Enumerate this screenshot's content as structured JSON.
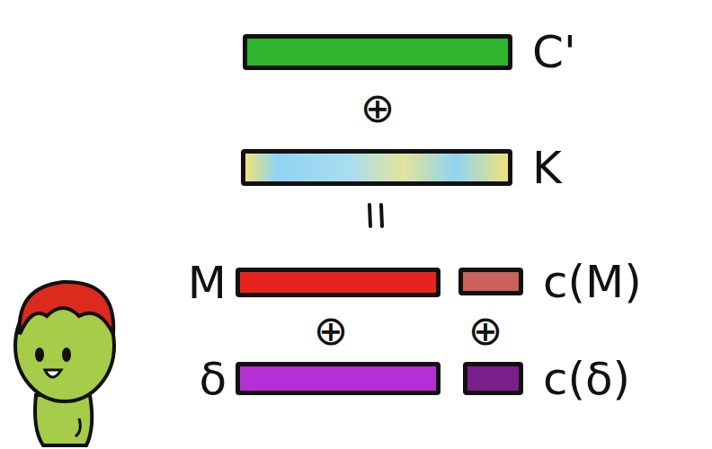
{
  "diagram": {
    "nodes": [
      {
        "text": [
          "C'"
        ]
      },
      {
        "text": [
          "K"
        ]
      },
      {
        "text": [
          "M"
        ]
      },
      {
        "text": [
          "c(M)"
        ]
      },
      {
        "text": [
          "δ"
        ]
      },
      {
        "text": [
          "c(δ)"
        ]
      }
    ],
    "labels": [
      "⊕",
      "⊕",
      "⊕"
    ]
  }
}
